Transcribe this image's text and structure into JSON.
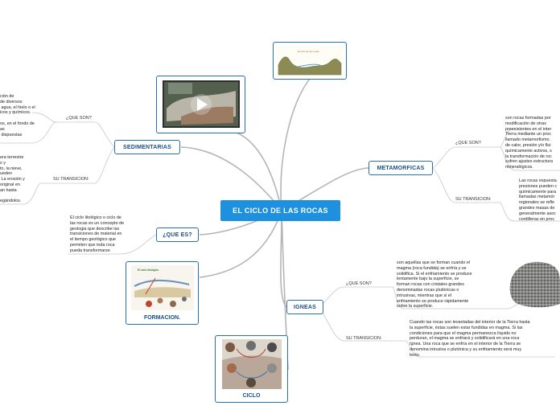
{
  "center": {
    "title": "EL CICLO  DE LAS  ROCAS"
  },
  "branches": {
    "sedimentarias": "SEDIMENTARIAS",
    "metamorficas": "METAMORFICAS",
    "que_es": "¿QUE ES?",
    "igneas": "IGNEAS",
    "formacion": "FORMACION.",
    "ciclo": "CICLO"
  },
  "labels": {
    "sed_que_son": "¿QUE SON?",
    "sed_transicion": "SU TRANSICION:",
    "met_que_son": "¿QUE SON?",
    "met_transicion": "SU TRANSICION:",
    "ign_que_son": "¿QUE SON?",
    "ign_transicion": "SU TRANSICION:"
  },
  "texts": {
    "sed_que_son_a": "ción de\nde diversos\n agua, el hielo o el\nicos y químicos.",
    "sed_que_son_b": "os, en el fondo de\nas\n dispuestas",
    "sed_transicion": "era terrestre\ns y\nto, la nieve,\nueden\n La erosión y\noriginal en\nan hasta\n\negándolos.",
    "que_es": "El ciclo litológico o ciclo de\nlas rocas es un concepto de\ngeologia que describe las\ntransiciones de material en\nel tiempo geológico que\npermiten que toda roca\npueda transformarse",
    "met_que_son": "son rocas formadas por\nmodificación de otras\npreexistentes en el inter\nTierra mediante un proc\nllamado metamorfismo.\nde calor, presión y/o flui\nquímicamente activos, s\nla transformación de roc\nsufren ajustes estructura\nmineralógicos.",
    "met_transicion": "Las rocas expuesta\npresiones pueden c\nquímicamente para\nllamadas metamór\nregionales se refle\ngrandes masas de\ngeneralmente asoc\ncordilleras en proc",
    "ign_que_son": "son aquellas que se forman cuando el\nmagma (roca fundida) se enfría y se\nsolidifica. Si el enfriamiento se produce\nlentamente bajo la superficie, se\nforman rocas con cristales grandes\ndenominadas rocas plutónicas o\nintrusivas, mientras que si el\nenfriamiento se produce rápidamente\nsobre la superficie.",
    "ign_transicion": "Cuando las rocas son levantadas del interior de la Tierra hasta\nla superficie, éstas suelen estar fundidas en magma. Si las\ncondiciones para que el magma permanezca líquido no\nperduran, el magma se enfriará y solidificará en una roca\nígnea. Una roca que se enfría en el interior de la Tierra se\ndenomina intrusiva o plutónica y su enfriamiento será muy\nlento."
  },
  "images": {
    "top_caption": "El ciclo de las rocas",
    "formacion_caption": "El ciclo litológico"
  },
  "colors": {
    "accent": "#1e90e0",
    "border": "#2a6fb0",
    "line": "#b9b9b9"
  }
}
